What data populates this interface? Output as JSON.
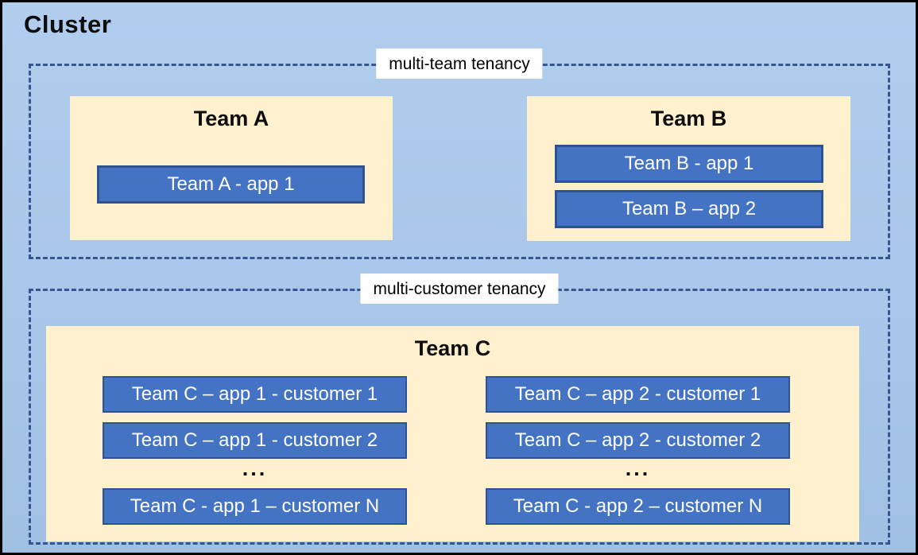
{
  "cluster": {
    "title": "Cluster"
  },
  "sections": [
    {
      "label": "multi-team tenancy",
      "teams": [
        {
          "name": "Team A",
          "apps": [
            "Team A - app 1"
          ]
        },
        {
          "name": "Team B",
          "apps": [
            "Team B - app 1",
            "Team B – app 2"
          ]
        }
      ]
    },
    {
      "label": "multi-customer tenancy",
      "teams": [
        {
          "name": "Team C",
          "columns": [
            {
              "apps": [
                "Team C – app 1 - customer 1",
                "Team C – app 1 - customer 2",
                "Team C - app 1 – customer N"
              ],
              "ellipsis": "..."
            },
            {
              "apps": [
                "Team C – app 2 - customer 1",
                "Team C – app 2 - customer 2",
                "Team C - app 2 – customer N"
              ],
              "ellipsis": "..."
            }
          ]
        }
      ]
    }
  ],
  "colors": {
    "background_top": "#B1CDEE",
    "background_bottom": "#A0C0E4",
    "team_fill": "#FFF1CE",
    "app_fill": "#4473C4",
    "app_border": "#2E5393",
    "dashed_border": "#36568F",
    "label_background": "#FFFFFF",
    "text_dark": "#0D0D0D",
    "text_light": "#FFFFFF"
  }
}
